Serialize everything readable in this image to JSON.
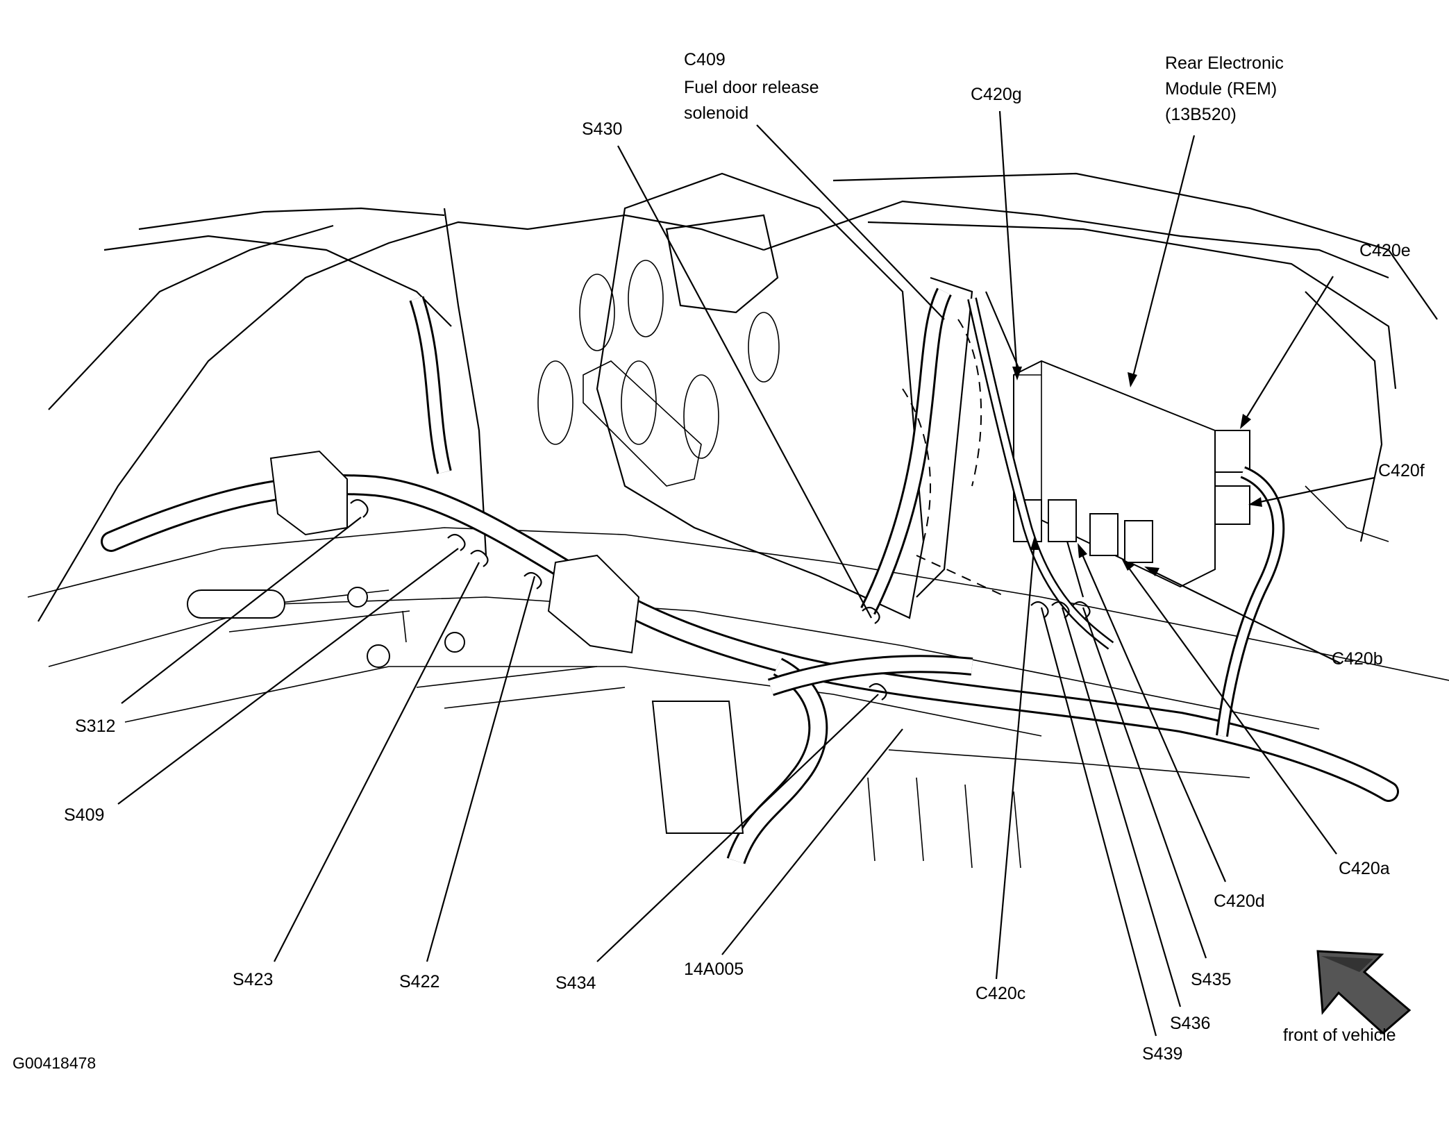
{
  "figure_id": "G00418478",
  "labels": {
    "c409": "C409",
    "c409_desc_1": "Fuel door release",
    "c409_desc_2": "solenoid",
    "s430": "S430",
    "c420g": "C420g",
    "rem_1": "Rear Electronic",
    "rem_2": "Module (REM)",
    "rem_3": "(13B520)",
    "c420e": "C420e",
    "c420f": "C420f",
    "c420b": "C420b",
    "c420a": "C420a",
    "c420d": "C420d",
    "c420c": "C420c",
    "s435": "S435",
    "s436": "S436",
    "s439": "S439",
    "s312": "S312",
    "s409": "S409",
    "s423": "S423",
    "s422": "S422",
    "s434": "S434",
    "harness": "14A005",
    "front": "front of vehicle"
  },
  "direction_arrow_icon": "front-of-vehicle-arrow-icon"
}
